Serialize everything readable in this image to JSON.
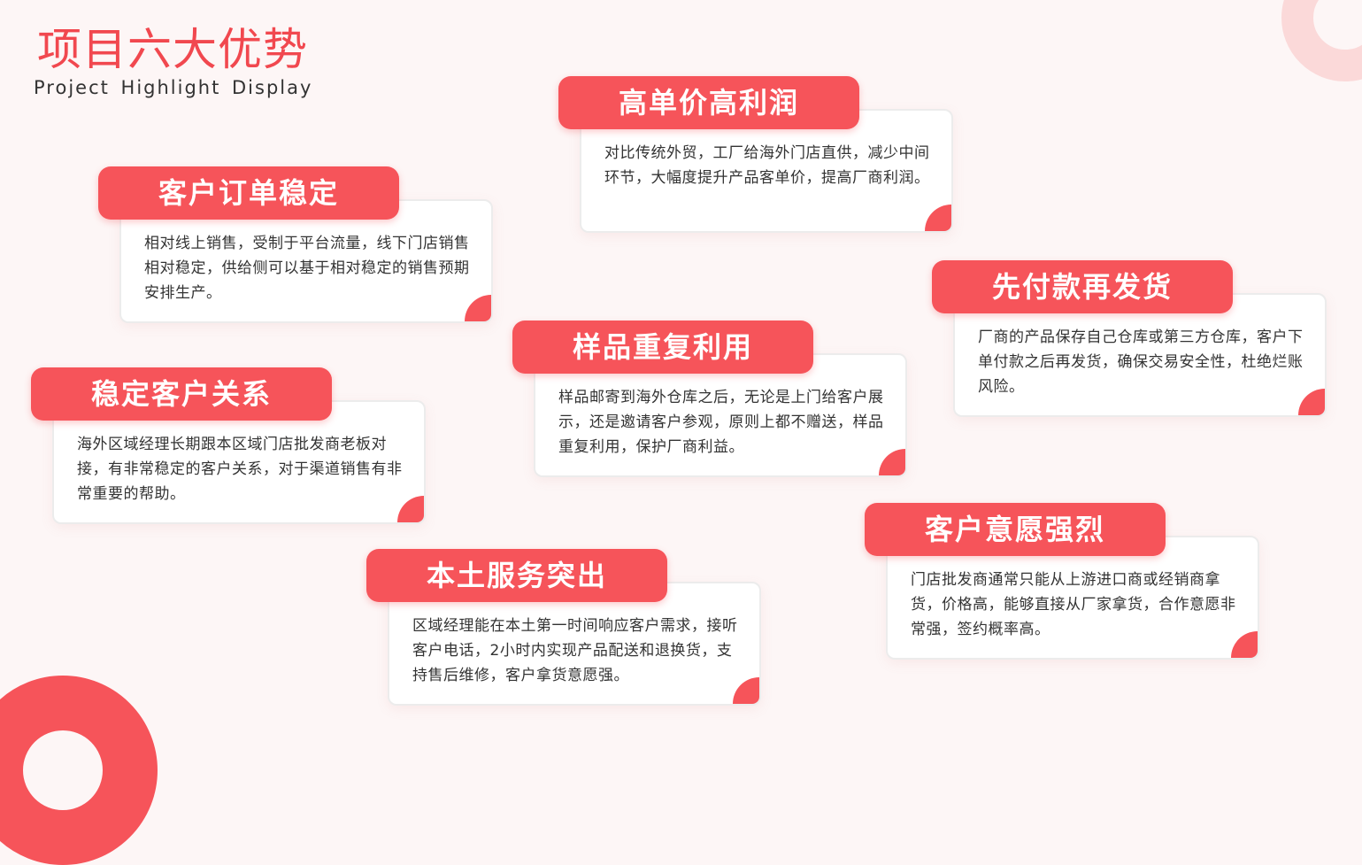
{
  "header": {
    "title": "项目六大优势",
    "subtitle": "Project  Highlight  Display"
  },
  "colors": {
    "accent": "#f6545a",
    "title": "#f1484f",
    "ring_light": "#fbd9d9",
    "background": "#fdf6f6"
  },
  "cards": [
    {
      "title": "高单价高利润",
      "body": "对比传统外贸，工厂给海外门店直供，减少中间环节，大幅度提升产品客单价，提高厂商利润。"
    },
    {
      "title": "客户订单稳定",
      "body": "相对线上销售，受制于平台流量，线下门店销售相对稳定，供给侧可以基于相对稳定的销售预期安排生产。"
    },
    {
      "title": "先付款再发货",
      "body": "厂商的产品保存自己仓库或第三方仓库，客户下单付款之后再发货，确保交易安全性，杜绝烂账风险。"
    },
    {
      "title": "样品重复利用",
      "body": "样品邮寄到海外仓库之后，无论是上门给客户展示，还是邀请客户参观，原则上都不赠送，样品重复利用，保护厂商利益。"
    },
    {
      "title": "稳定客户关系",
      "body": "海外区域经理长期跟本区域门店批发商老板对接，有非常稳定的客户关系，对于渠道销售有非常重要的帮助。"
    },
    {
      "title": "客户意愿强烈",
      "body": "门店批发商通常只能从上游进口商或经销商拿货，价格高，能够直接从厂家拿货，合作意愿非常强，签约概率高。"
    },
    {
      "title": "本土服务突出",
      "body": "区域经理能在本土第一时间响应客户需求，接听客户电话，2小时内实现产品配送和退换货，支持售后维修，客户拿货意愿强。"
    }
  ]
}
